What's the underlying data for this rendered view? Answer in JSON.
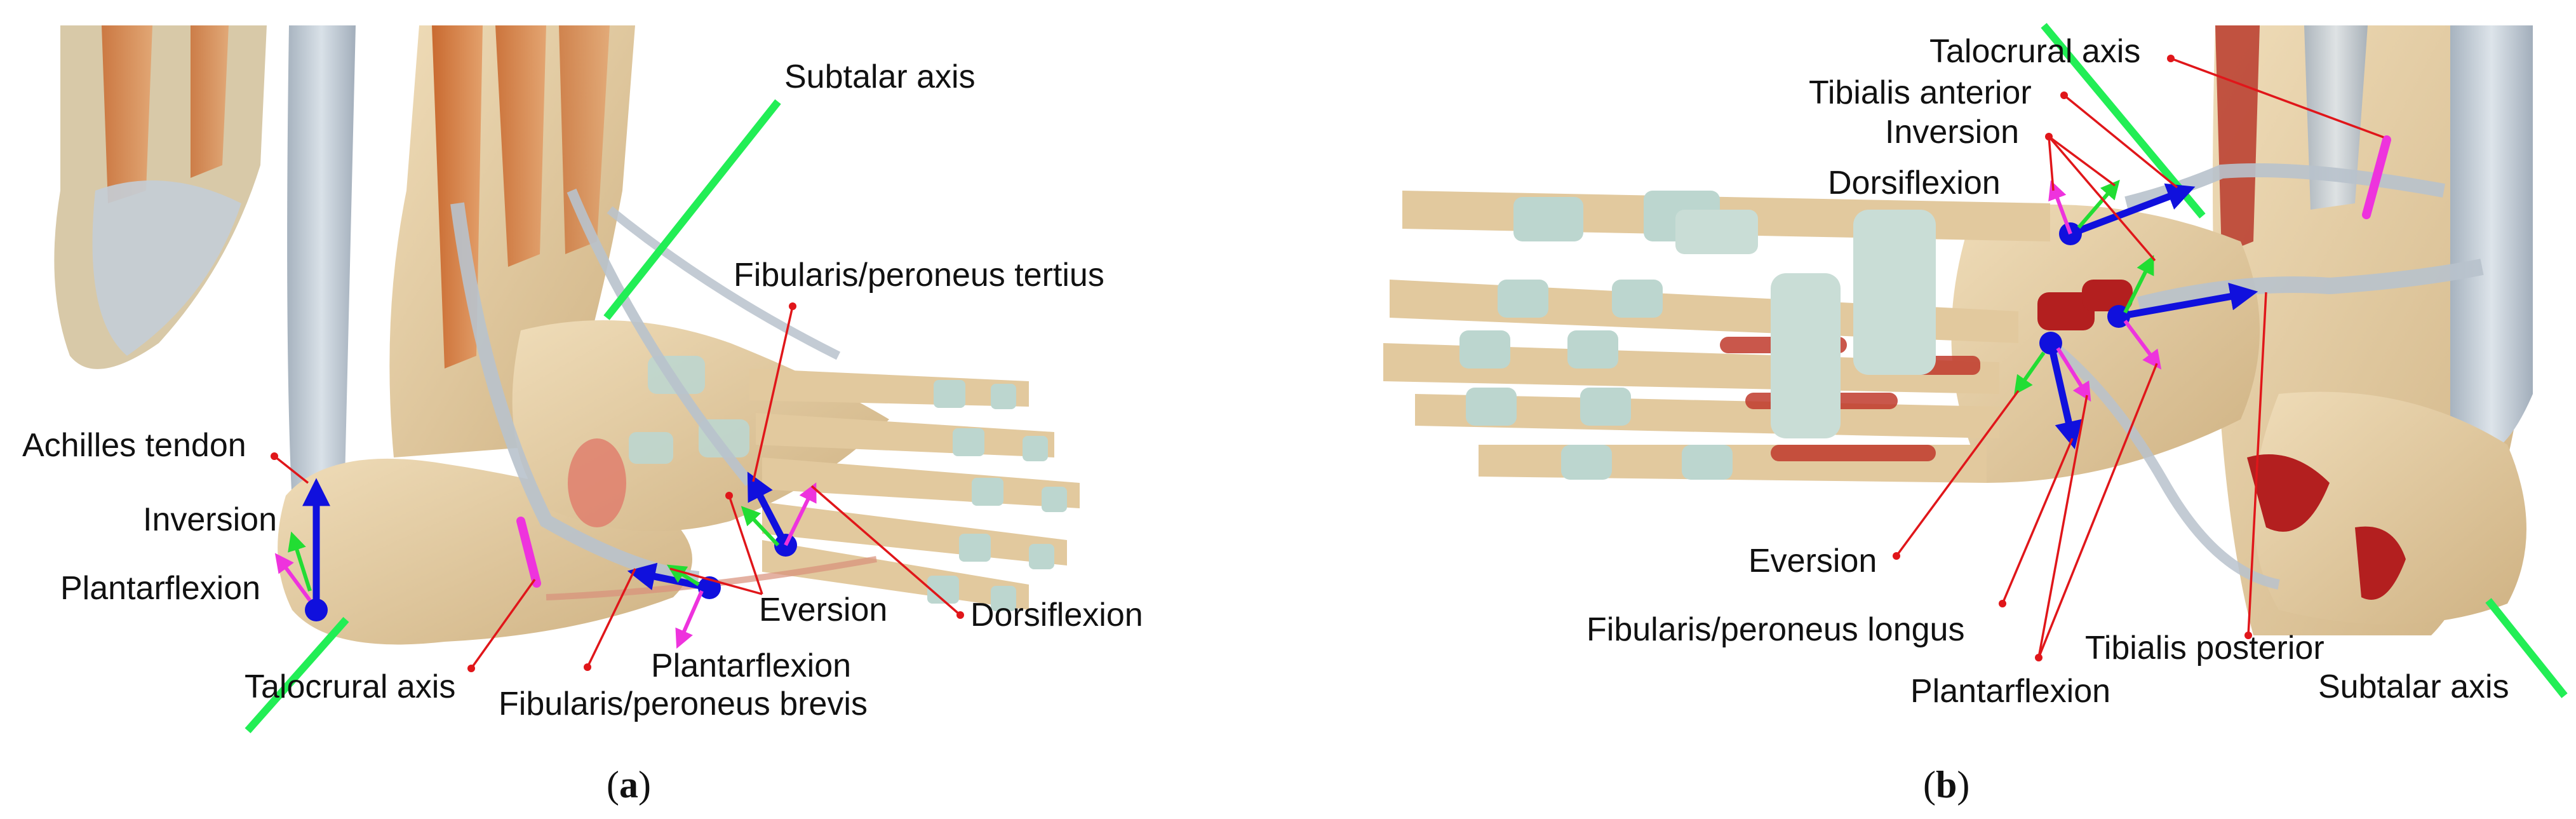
{
  "colors": {
    "background": "#ffffff",
    "leader_line": "#e0161a",
    "axis_line": "#22ee55",
    "inversion_vector": "#22dd33",
    "plantarflexion_vector": "#ee33dd",
    "tendon_vector": "#1010dd",
    "talocrural_marker": "#ee33dd",
    "bone": "#e6cfa6",
    "cartilage": "#bcd6cf",
    "muscle": "#c0392b",
    "tendon": "#b8c2cc"
  },
  "panels": [
    {
      "caption": {
        "open": "(",
        "letter": "a",
        "close": ")"
      },
      "labels": {
        "subtalar_axis": "Subtalar axis",
        "fibularis_tertius": "Fibularis/peroneus tertius",
        "achilles_tendon": "Achilles tendon",
        "inversion": "Inversion",
        "plantarflexion_left": "Plantarflexion",
        "talocrural_axis": "Talocrural axis",
        "eversion": "Eversion",
        "dorsiflexion": "Dorsiflexion",
        "plantarflexion_right": "Plantarflexion",
        "fibularis_brevis": "Fibularis/peroneus brevis"
      }
    },
    {
      "caption": {
        "open": "(",
        "letter": "b",
        "close": ")"
      },
      "labels": {
        "talocrural_axis": "Talocrural axis",
        "tibialis_anterior": "Tibialis anterior",
        "inversion": "Inversion",
        "dorsiflexion": "Dorsiflexion",
        "eversion": "Eversion",
        "fibularis_longus": "Fibularis/peroneus longus",
        "tibialis_posterior": "Tibialis posterior",
        "plantarflexion": "Plantarflexion",
        "subtalar_axis": "Subtalar axis"
      }
    }
  ]
}
